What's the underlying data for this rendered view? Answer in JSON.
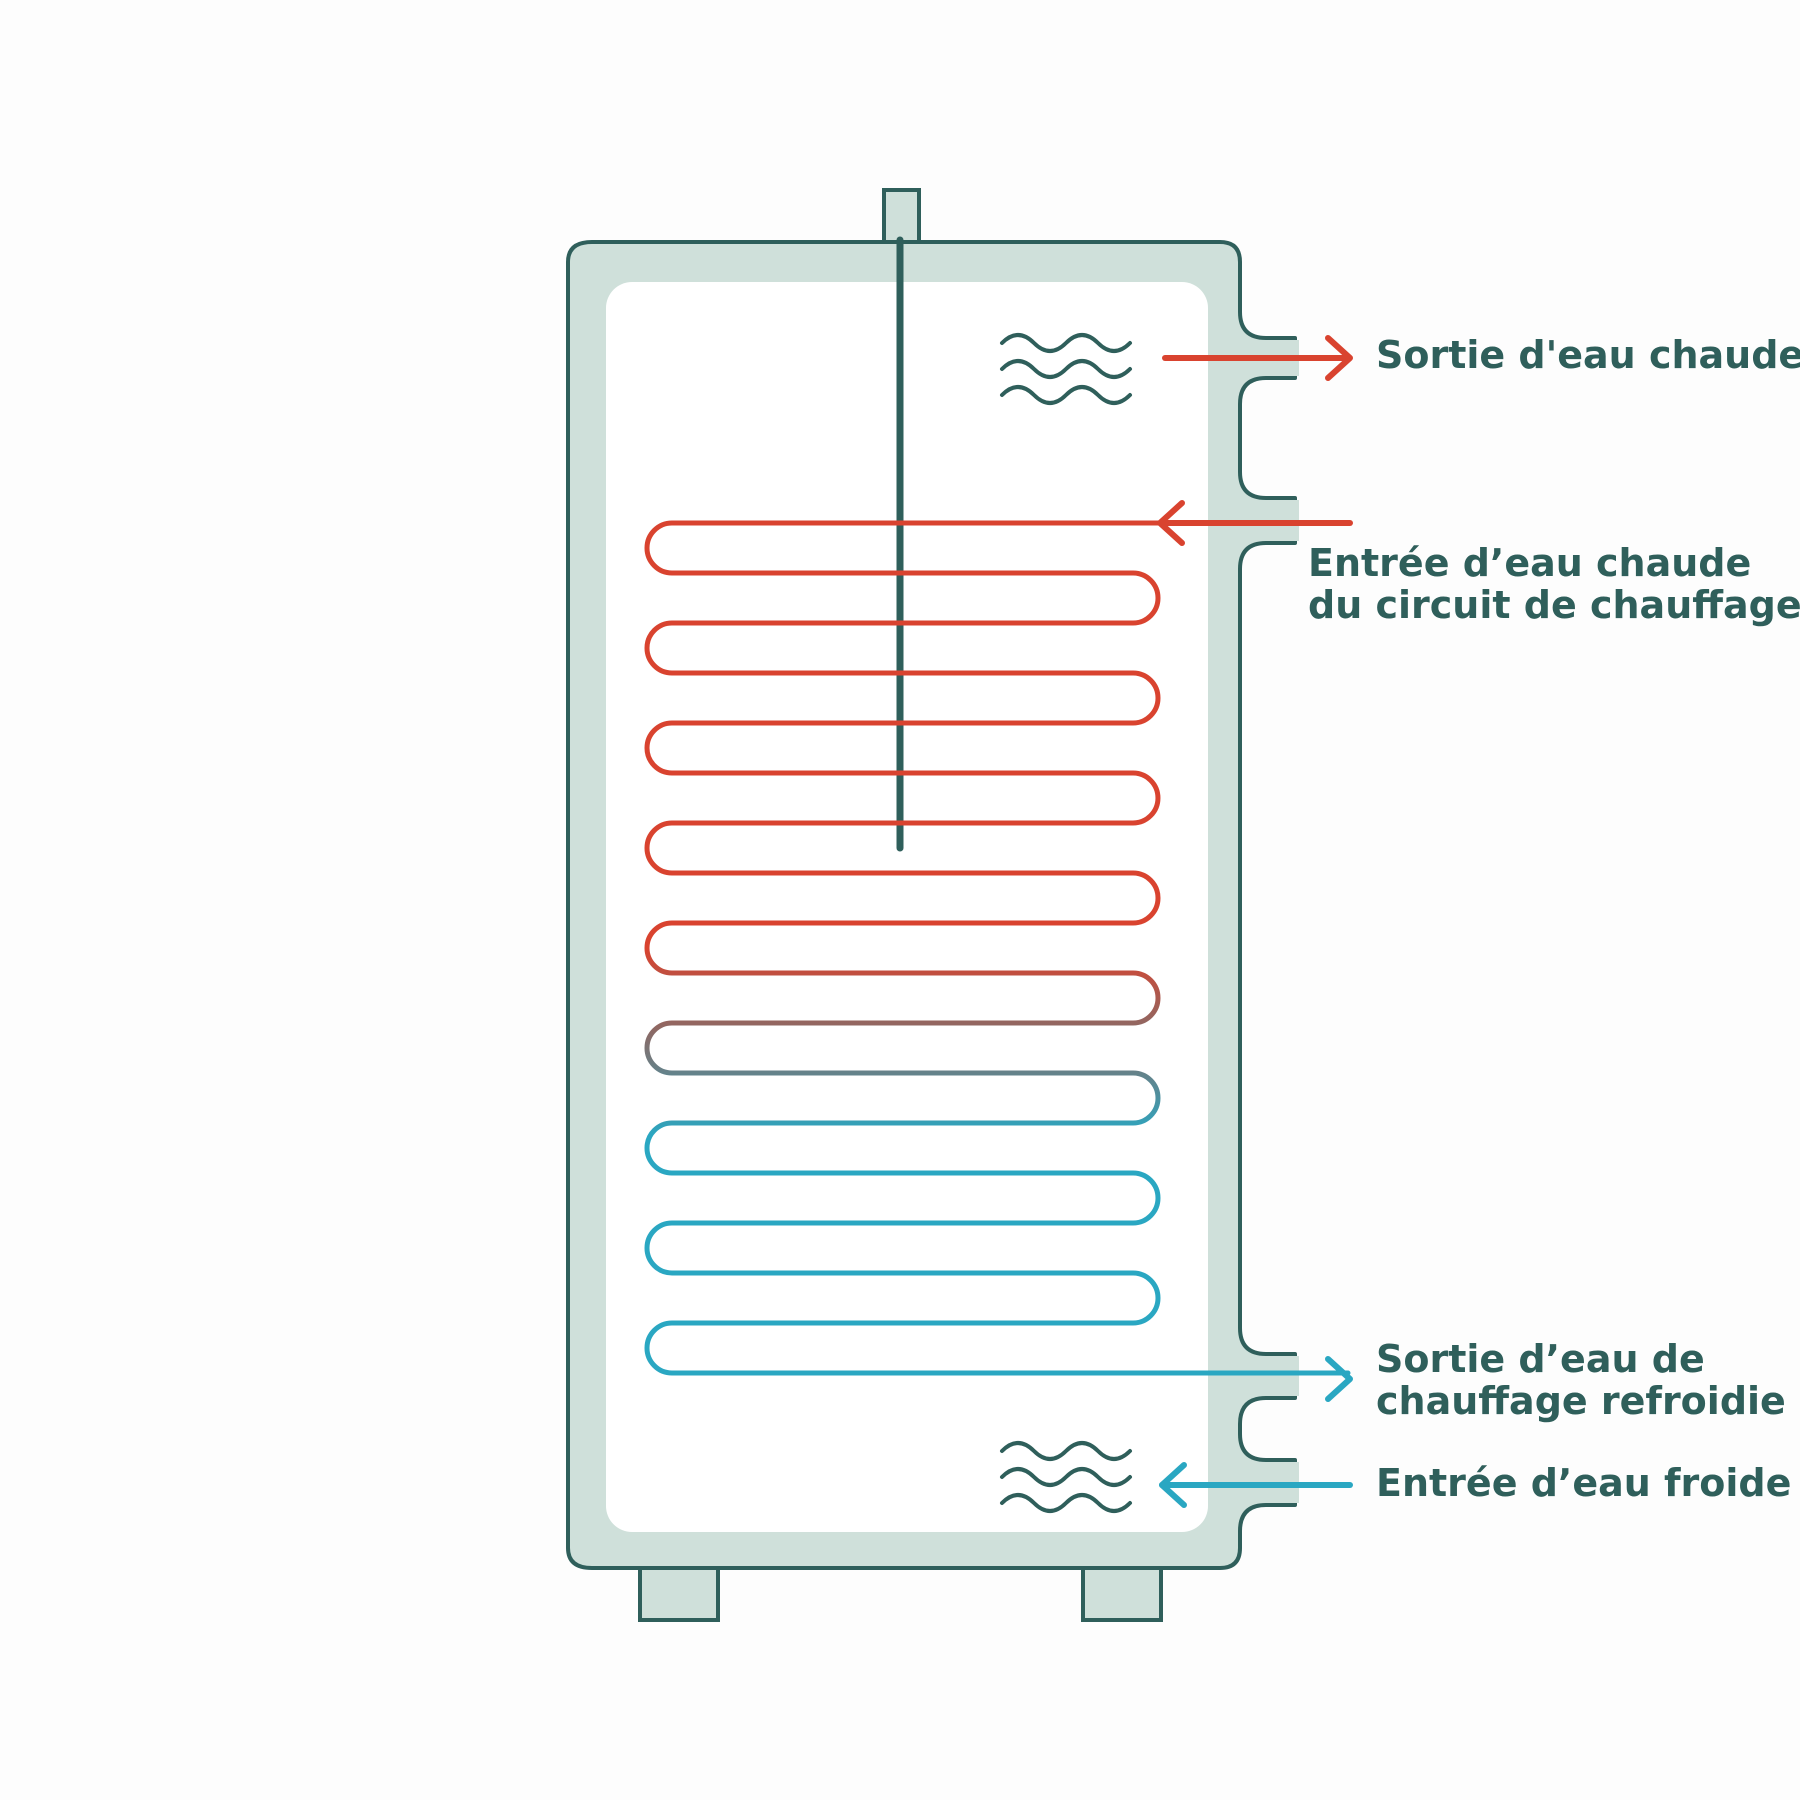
{
  "colors": {
    "outline": "#2f5f5b",
    "insulation": "#cfe0da",
    "interior": "#ffffff",
    "background": "#fdfdfd",
    "hot": "#d9432f",
    "cold": "#2aa7c2",
    "transition": "#8a6a66"
  },
  "icons": {
    "top_waves": "hot-water-waves-icon",
    "bottom_waves": "cold-water-waves-icon",
    "hot_out_arrow": "arrow-right-icon",
    "heat_in_arrow": "arrow-left-icon",
    "heat_out_arrow": "arrow-right-icon",
    "cold_in_arrow": "arrow-left-icon"
  },
  "labels": {
    "hot_water_outlet": "Sortie d'eau chaude",
    "heating_inlet": {
      "line1": "Entrée d’eau chaude",
      "line2": "du circuit de chauffage"
    },
    "heating_outlet": {
      "line1": "Sortie d’eau de",
      "line2": "chauffage refroidie"
    },
    "cold_water_inlet": "Entrée d’eau froide"
  }
}
